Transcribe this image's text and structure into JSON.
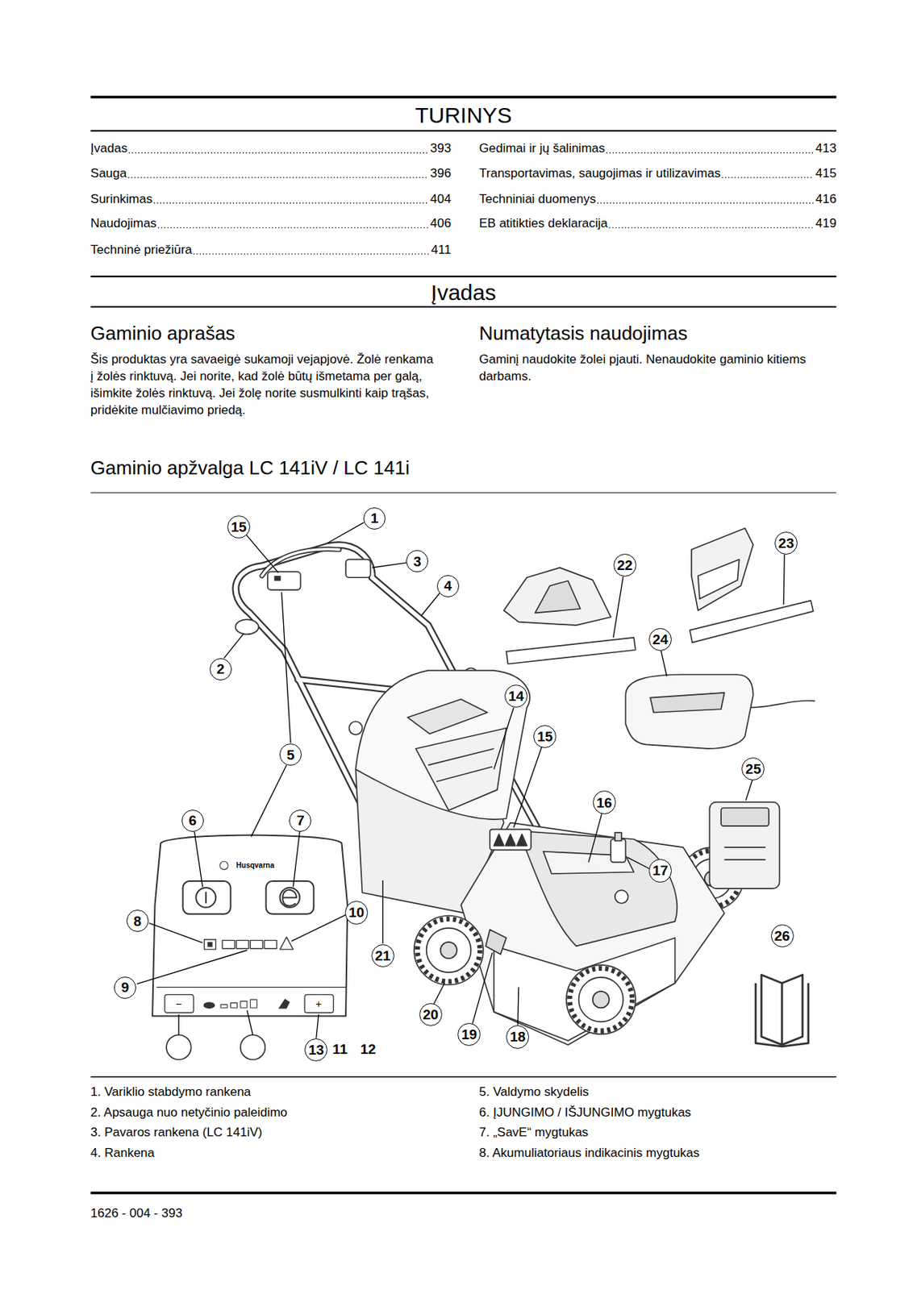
{
  "diagram": {
    "title": "TURINYS",
    "nodes": [
      {
        "text": [
          "15"
        ]
      },
      {
        "text": [
          "1"
        ]
      },
      {
        "text": [
          "3"
        ]
      },
      {
        "text": [
          "4"
        ]
      },
      {
        "text": [
          "2"
        ]
      },
      {
        "text": [
          "5"
        ]
      },
      {
        "text": [
          "14"
        ]
      },
      {
        "text": [
          "15"
        ]
      },
      {
        "text": [
          "22"
        ]
      },
      {
        "text": [
          "23"
        ]
      },
      {
        "text": [
          "24"
        ]
      },
      {
        "text": [
          "25"
        ]
      },
      {
        "text": [
          "16"
        ]
      },
      {
        "text": [
          "17"
        ]
      },
      {
        "text": [
          "6"
        ]
      },
      {
        "text": [
          "7"
        ]
      },
      {
        "text": [
          "8"
        ]
      },
      {
        "text": [
          "10"
        ]
      },
      {
        "text": [
          "9"
        ]
      },
      {
        "text": [
          "21"
        ]
      },
      {
        "text": [
          "26"
        ]
      },
      {
        "text": [
          "20"
        ]
      },
      {
        "text": [
          "19"
        ]
      },
      {
        "text": [
          "18"
        ]
      },
      {
        "text": [
          "13"
        ]
      }
    ],
    "labels": [
      "Įvadas",
      "393",
      "Sauga",
      "396",
      "Surinkimas",
      "404",
      "Naudojimas",
      "406",
      "Techninė priežiūra",
      "411",
      "Gedimai ir jų šalinimas",
      "413",
      "Transportavimas, saugojimas ir utilizavimas",
      "415",
      "Techniniai duomenys",
      "416",
      "EB atitikties deklaracija",
      "419",
      "Įvadas",
      "Gaminio aprašas",
      "Šis produktas yra savaeigė sukamoji vejapjovė. Žolė renkama į žolės rinktuvą. Jei norite, kad žolė būtų išmetama per galą, išimkite žolės rinktuvą. Jei žolę norite susmulkinti kaip trąšas, pridėkite mulčiavimo priedą.",
      "Numatytasis naudojimas",
      "Gaminį naudokite žolei pjauti. Nenaudokite gaminio kitiems darbams.",
      "Gaminio apžvalga LC 141iV / LC 141i",
      "Husqvarna",
      "−",
      "+",
      "11",
      "12",
      "1. Variklio stabdymo rankena",
      "2. Apsauga nuo netyčinio paleidimo",
      "3. Pavaros rankena (LC 141iV)",
      "4. Rankena",
      "5. Valdymo skydelis",
      "6. ĮJUNGIMO / IŠJUNGIMO mygtukas",
      "7. „SavE“ mygtukas",
      "8. Akumuliatoriaus indikacinis mygtukas",
      "1626 - 004 - 393"
    ]
  }
}
